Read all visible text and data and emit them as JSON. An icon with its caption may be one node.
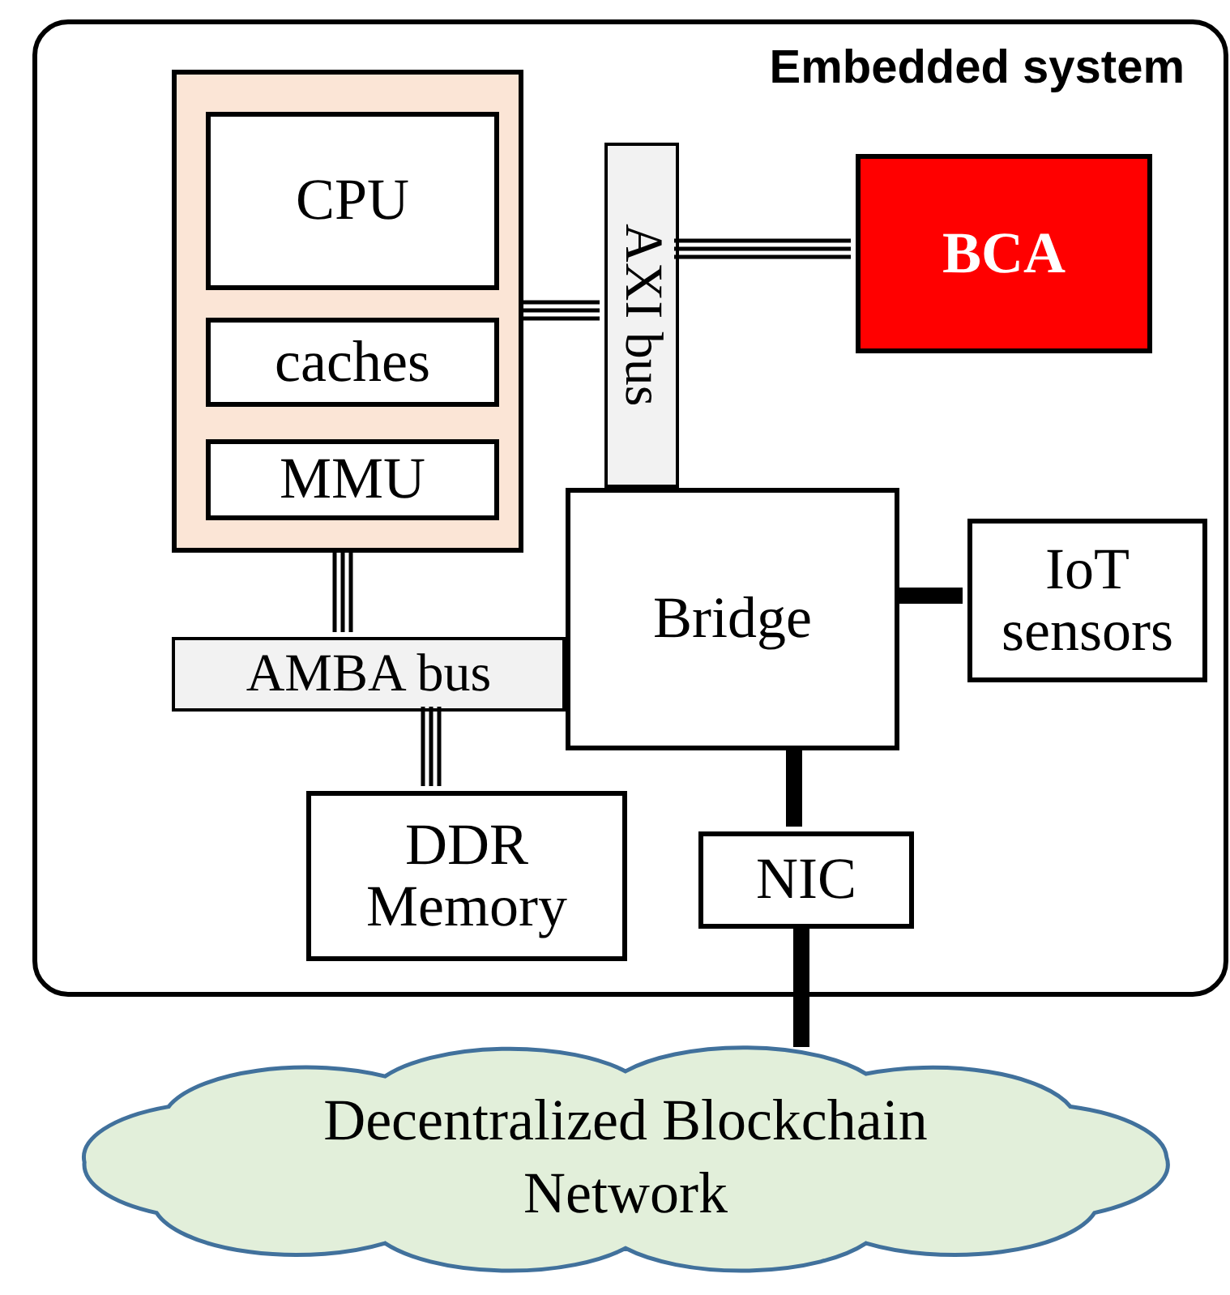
{
  "diagram": {
    "nodes": [
      {
        "text": [
          "Embedded system"
        ]
      },
      {
        "text": [],
        "shape": "box",
        "in": 0
      },
      {
        "text": [
          "CPU"
        ],
        "in": 1
      },
      {
        "text": [
          "caches"
        ],
        "in": 1
      },
      {
        "text": [
          "MMU"
        ],
        "in": 1
      },
      {
        "text": [
          "AXI bus"
        ],
        "in": 0
      },
      {
        "text": [
          "BCA"
        ],
        "in": 0
      },
      {
        "text": [
          "Bridge"
        ],
        "in": 0
      },
      {
        "text": [
          "IoT sensors"
        ],
        "in": 0
      },
      {
        "text": [
          "AMBA bus"
        ],
        "in": 0
      },
      {
        "text": [
          "DDR Memory"
        ],
        "in": 0
      },
      {
        "text": [
          "NIC"
        ],
        "in": 0
      },
      {
        "text": [
          "Decentralized Blockchain Network"
        ]
      }
    ],
    "edges": [
      {
        "from": 1,
        "to": 5,
        "arrow": "none"
      },
      {
        "from": 5,
        "to": 6,
        "arrow": "none"
      },
      {
        "from": 1,
        "to": 9,
        "arrow": "none"
      },
      {
        "from": 9,
        "to": 10,
        "arrow": "none"
      },
      {
        "from": 7,
        "to": 8,
        "arrow": "none",
        "style": "thick"
      },
      {
        "from": 7,
        "to": 11,
        "arrow": "none",
        "style": "thick"
      },
      {
        "from": 11,
        "to": 12,
        "arrow": "none",
        "style": "thick"
      }
    ]
  }
}
